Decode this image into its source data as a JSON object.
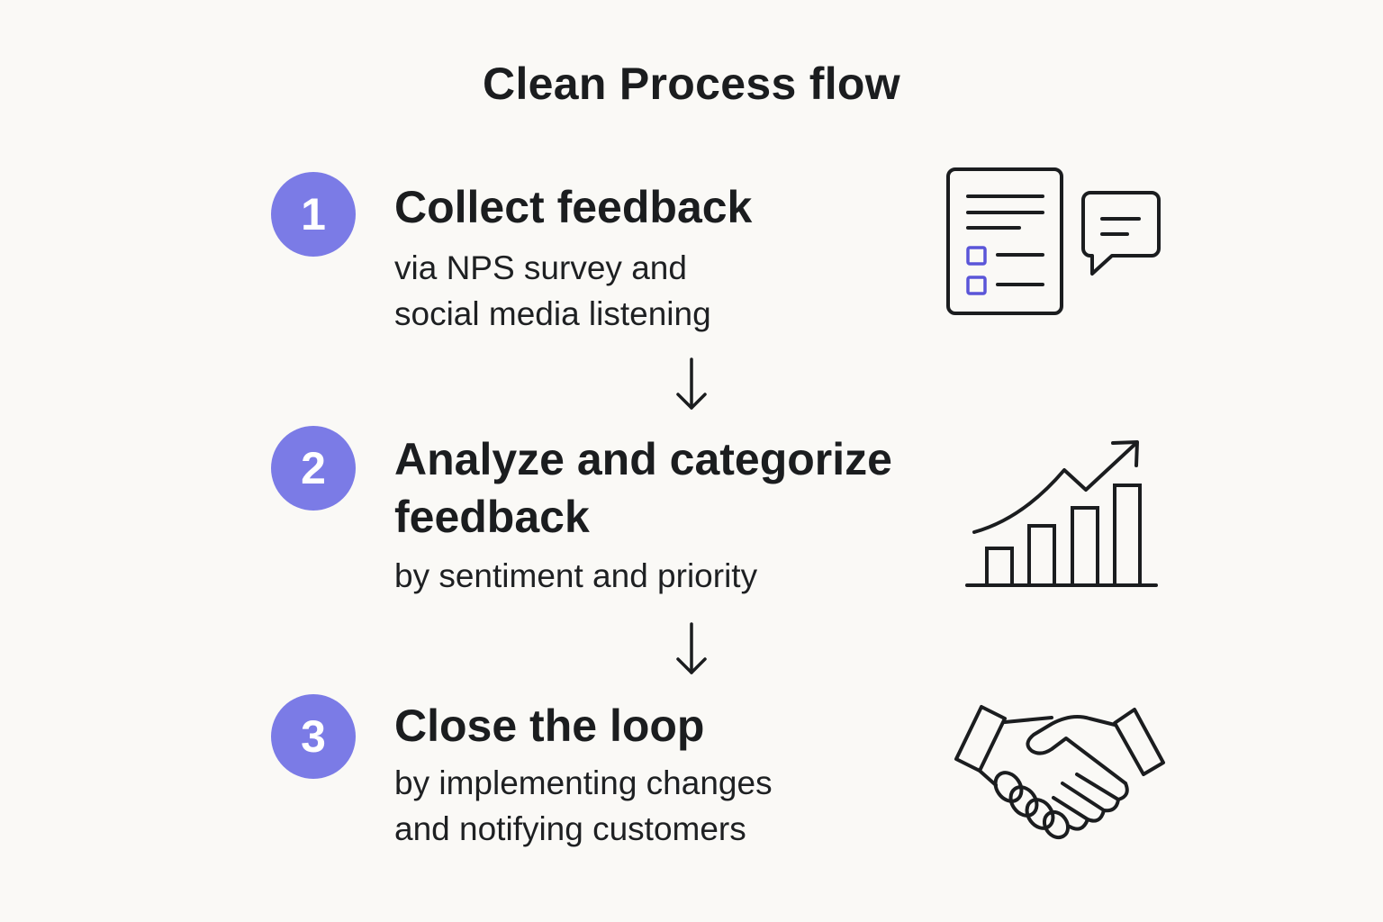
{
  "title": "Clean Process flow",
  "accent_color": "#7b7be6",
  "steps": [
    {
      "number": "1",
      "heading": "Collect feedback",
      "sub_line1": "via NPS survey and",
      "sub_line2": "social media listening",
      "icon": "survey-form-with-chat-bubble-icon"
    },
    {
      "number": "2",
      "heading_line1": "Analyze and categorize",
      "heading_line2": "feedback",
      "sub_line1": "by sentiment and priority",
      "icon": "growth-bar-chart-icon"
    },
    {
      "number": "3",
      "heading": "Close the loop",
      "sub_line1": "by implementing changes",
      "sub_line2": "and notifying customers",
      "icon": "handshake-icon"
    }
  ],
  "connector_icon": "arrow-down-icon"
}
